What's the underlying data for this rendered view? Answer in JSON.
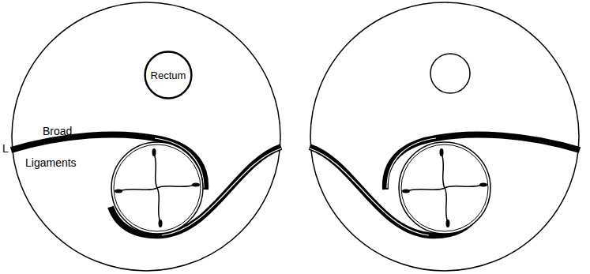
{
  "diagram": {
    "nodes": [
      {
        "text": [
          "Rectum"
        ]
      }
    ],
    "labels": [
      "L",
      "Broad",
      "Ligaments"
    ]
  }
}
